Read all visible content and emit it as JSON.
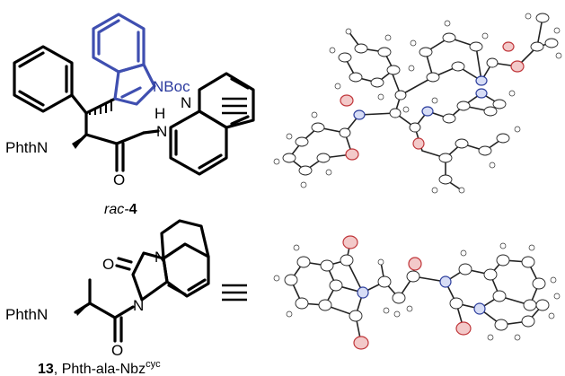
{
  "compound_top": {
    "atoms": {
      "nboc": "NBoc",
      "n_quinoline": "N",
      "phthn": "PhthN",
      "hn": "H",
      "hn_n": "N",
      "o": "O"
    },
    "caption_prefix": "rac-",
    "caption_number": "4"
  },
  "compound_bottom": {
    "atoms": {
      "o_top": "O",
      "n_ring": "N",
      "n_amide": "N",
      "phthn": "PhthN",
      "o_bottom": "O"
    },
    "caption_number": "13",
    "caption_text": ", Phth-ala-Nbz",
    "caption_superscript": "cyc"
  },
  "colors": {
    "indole": "#3f4fb0",
    "oxygen": "#c0363a",
    "nitrogen": "#2c3e9c"
  }
}
